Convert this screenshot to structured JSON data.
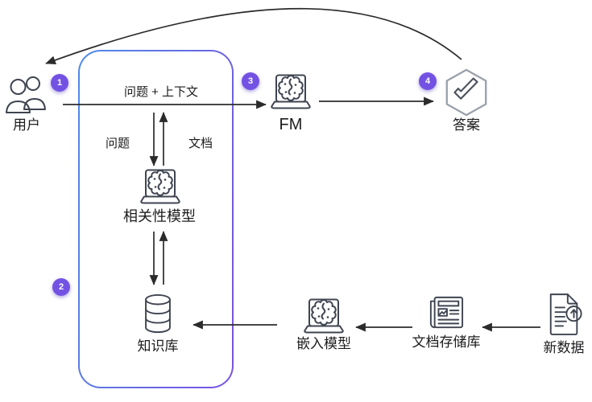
{
  "colors": {
    "background": "#ffffff",
    "text": "#1c1c1e",
    "arrow": "#2b2b2b",
    "badge_bg": "#7352e3",
    "badge_text": "#ffffff",
    "container_border_start": "#4e8ae8",
    "container_border_end": "#7a52e2",
    "icon_stroke": "#3f4450",
    "hexagon_stroke": "#9aa1ab"
  },
  "badges": [
    "1",
    "2",
    "3",
    "4"
  ],
  "nodes": {
    "user": {
      "label": "用户",
      "icon": "users-icon"
    },
    "fm": {
      "label": "FM",
      "icon": "laptop-brain-icon"
    },
    "answer": {
      "label": "答案",
      "icon": "hexagon-check-icon"
    },
    "relevance_model": {
      "label": "相关性模型",
      "icon": "laptop-brain-icon"
    },
    "knowledge_base": {
      "label": "知识库",
      "icon": "database-icon"
    },
    "embedding_model": {
      "label": "嵌入模型",
      "icon": "laptop-brain-icon"
    },
    "document_store": {
      "label": "文档存储库",
      "icon": "newspaper-icon"
    },
    "new_data": {
      "label": "新数据",
      "icon": "document-upload-icon"
    }
  },
  "edge_labels": {
    "question_plus_context": "问题 + 上下文",
    "question": "问题",
    "document": "文档"
  }
}
